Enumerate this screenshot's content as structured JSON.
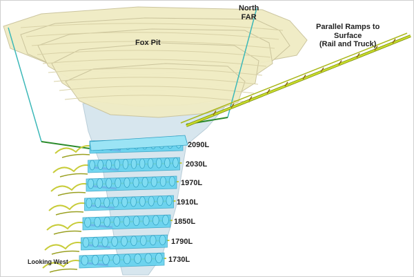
{
  "labels": {
    "north_far_line1": "North",
    "north_far_line2": "FAR",
    "fox_pit": "Fox Pit",
    "ramps_line1": "Parallel Ramps to",
    "ramps_line2": "Surface",
    "ramps_line3": "(Rail and Truck)",
    "view": "Looking West"
  },
  "levels": [
    "2090L",
    "2030L",
    "1970L",
    "1910L",
    "1850L",
    "1790L",
    "1730L"
  ],
  "colors": {
    "pit": "#f0ecc4",
    "pit_edge": "#c9c29a",
    "cone": "#d7e6ee",
    "stope": "#5bd0ee",
    "stope_dark": "#2f9fc2",
    "ramp": "#c8dc2a",
    "ramp_edge": "#7a8a10",
    "drift": "#c8cc3a",
    "raise": "#3cb8b8",
    "magenta": "#d42fd0",
    "access": "#2a8a2a"
  }
}
